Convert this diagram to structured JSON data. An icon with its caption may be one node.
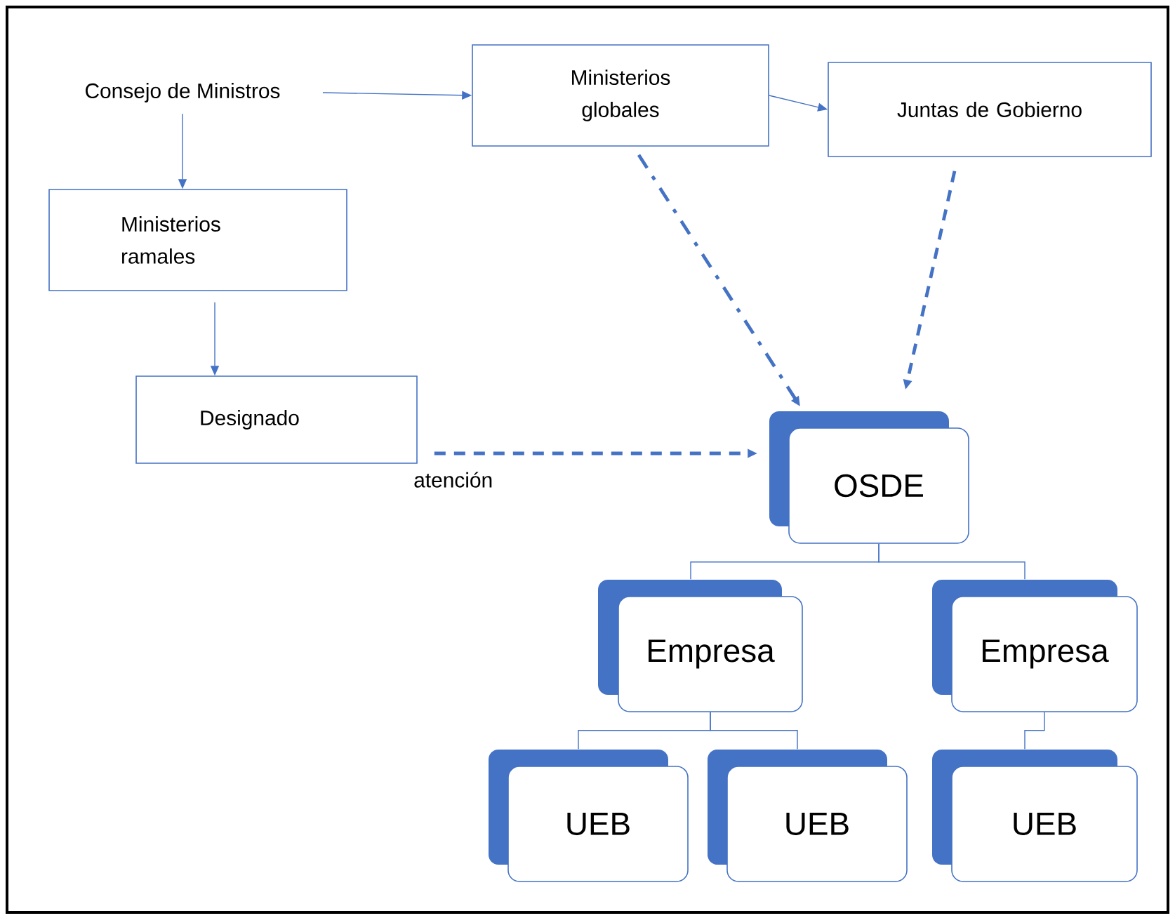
{
  "diagram": {
    "nodes": [
      {
        "text": [
          "Consejo de Ministros"
        ]
      },
      {
        "text": [
          "Ministerios globales"
        ]
      },
      {
        "text": [
          "Juntas de Gobierno"
        ]
      },
      {
        "text": [
          "Ministerios ramales"
        ]
      },
      {
        "text": [
          "Designado"
        ]
      },
      {
        "text": [
          "OSDE"
        ]
      },
      {
        "text": [
          "Empresa"
        ]
      },
      {
        "text": [
          "Empresa"
        ]
      },
      {
        "text": [
          "UEB"
        ]
      },
      {
        "text": [
          "UEB"
        ]
      },
      {
        "text": [
          "UEB"
        ]
      }
    ],
    "edges": [
      {
        "from": 0,
        "to": 1,
        "arrow": "to"
      },
      {
        "from": 1,
        "to": 2,
        "arrow": "to"
      },
      {
        "from": 0,
        "to": 3,
        "arrow": "to"
      },
      {
        "from": 3,
        "to": 4,
        "arrow": "to"
      },
      {
        "from": 1,
        "to": 5,
        "arrow": "to",
        "style": "dashed"
      },
      {
        "from": 2,
        "to": 5,
        "arrow": "to",
        "style": "dashed"
      },
      {
        "from": 4,
        "to": 5,
        "arrow": "to",
        "style": "dashed",
        "label": "atención"
      },
      {
        "from": 5,
        "to": 6,
        "arrow": "none"
      },
      {
        "from": 5,
        "to": 7,
        "arrow": "none"
      },
      {
        "from": 6,
        "to": 8,
        "arrow": "none"
      },
      {
        "from": 6,
        "to": 9,
        "arrow": "none"
      },
      {
        "from": 7,
        "to": 10,
        "arrow": "none"
      }
    ]
  }
}
